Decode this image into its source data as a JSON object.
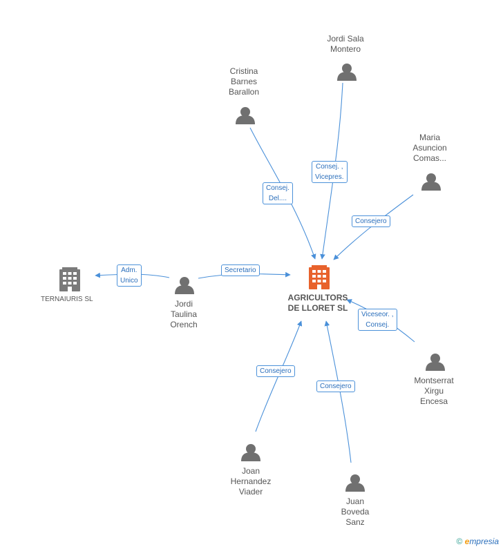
{
  "main_company": {
    "line1": "AGRICULTORS",
    "line2": "DE LLORET SL",
    "color": "#e8622c"
  },
  "other_company": {
    "name": "TERNAIURIS  SL",
    "color": "#7a7a7a"
  },
  "people": [
    {
      "id": "jordi-sala",
      "lines": [
        "Jordi Sala",
        "Montero"
      ]
    },
    {
      "id": "cristina",
      "lines": [
        "Cristina",
        "Barnes",
        "Barallon"
      ]
    },
    {
      "id": "maria",
      "lines": [
        "Maria",
        "Asuncion",
        "Comas..."
      ]
    },
    {
      "id": "jordi-taulina",
      "lines": [
        "Jordi",
        "Taulina",
        "Orench"
      ]
    },
    {
      "id": "montserrat",
      "lines": [
        "Montserrat",
        "Xirgu",
        "Encesa"
      ]
    },
    {
      "id": "joan",
      "lines": [
        "Joan",
        "Hernandez",
        "Viader"
      ]
    },
    {
      "id": "juan",
      "lines": [
        "Juan",
        "Boveda",
        "Sanz"
      ]
    }
  ],
  "roles": {
    "jordi_sala": [
      "Consej. ,",
      "Vicepres."
    ],
    "cristina": [
      "Consej.",
      "Del...."
    ],
    "maria": [
      "Consejero"
    ],
    "jordi_taulina_main": [
      "Secretario"
    ],
    "jordi_taulina_ternaiuris": [
      "Adm.",
      "Unico"
    ],
    "montserrat": [
      "Viceseor. ,",
      "Consej."
    ],
    "joan": [
      "Consejero"
    ],
    "juan": [
      "Consejero"
    ]
  },
  "colors": {
    "edge": "#4a90d9",
    "person_icon": "#707070"
  },
  "brand": {
    "copyright": "©",
    "e": "e",
    "rest": "mpresia"
  }
}
